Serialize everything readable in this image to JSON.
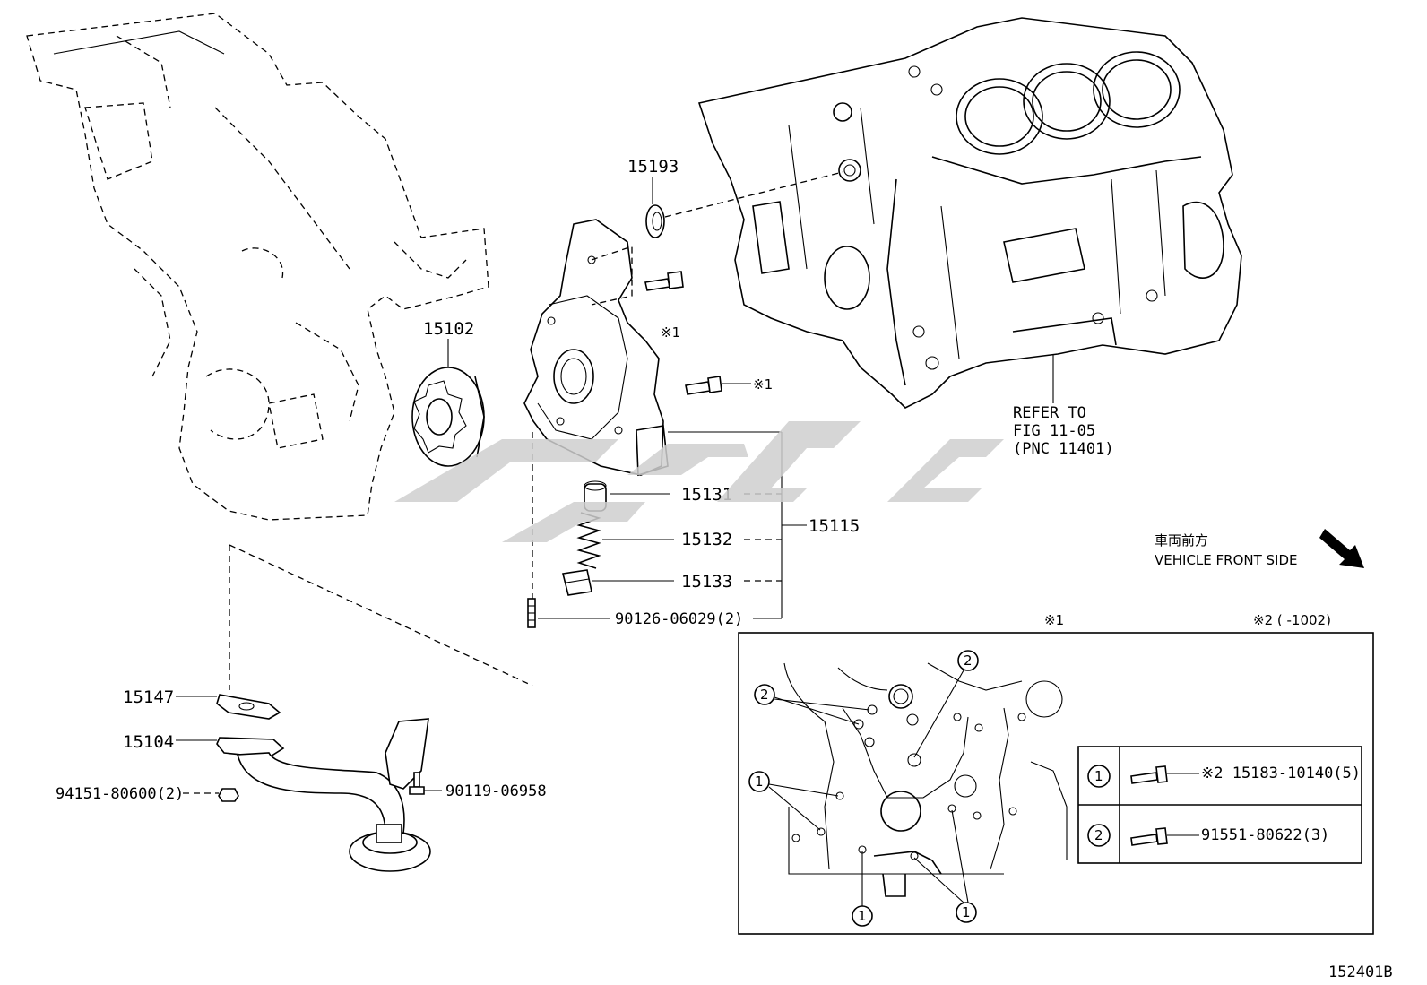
{
  "labels": {
    "p15193": "15193",
    "p15102": "15102",
    "mark1_a": "※1",
    "mark1_b": "※1",
    "refer_line1": "REFER TO",
    "refer_line2": "FIG 11-05",
    "refer_line3": "(PNC 11401)",
    "p15131": "15131",
    "p15132": "15132",
    "p15133": "15133",
    "p15115": "15115",
    "p90126": "90126-06029(2)",
    "p15147": "15147",
    "p15104": "15104",
    "p94151": "94151-80600(2)",
    "p90119": "90119-06958",
    "front_jp": "車両前方",
    "front_en": "VEHICLE FRONT SIDE",
    "inset_mark1": "※1",
    "inset_mark2": "※2 (     -1002)",
    "callout_1": "1",
    "callout_2": "2",
    "figure_code": "152401B"
  },
  "inset_table": {
    "rows": [
      {
        "callout": "1",
        "part": "※2 15183-10140(5)"
      },
      {
        "callout": "2",
        "part": "91551-80622(3)"
      }
    ]
  }
}
